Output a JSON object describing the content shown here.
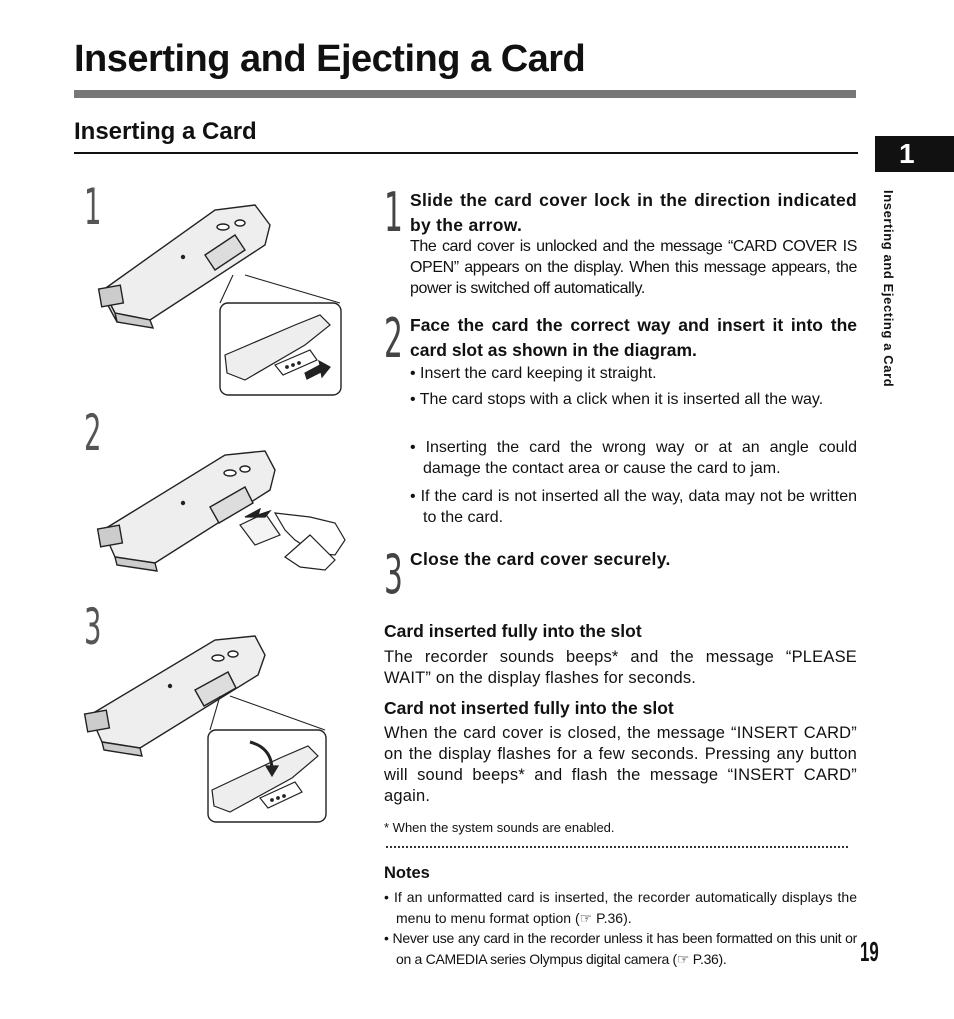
{
  "header": {
    "title": "Inserting and Ejecting a Card",
    "subtitle": "Inserting a Card"
  },
  "side_tab": {
    "chapter": "1",
    "label": "Inserting and Ejecting a Card"
  },
  "figures": {
    "labels": [
      "1",
      "2",
      "3"
    ]
  },
  "steps": [
    {
      "number": "1",
      "title": "Slide the card cover lock in the direction indicated by the arrow.",
      "body": "The card cover is unlocked and the message “CARD COVER IS OPEN” appears on the display. When this message appears, the power is switched off automatically."
    },
    {
      "number": "2",
      "title": "Face the card the correct way and insert it into the card slot as shown in the diagram.",
      "bullets": [
        "• Insert the card keeping it straight.",
        "• The card stops with a click when it is inserted all the way.",
        "• Inserting the card the wrong way or at an angle could damage the contact area or cause the card to jam.",
        "• If the card is not inserted all the way, data may not be written to the card."
      ]
    },
    {
      "number": "3",
      "title": "Close the card cover securely."
    }
  ],
  "sections": [
    {
      "heading": "Card inserted fully into the slot",
      "body": "The recorder sounds beeps* and the message “PLEASE WAIT” on the display flashes for seconds."
    },
    {
      "heading": "Card not inserted fully into the slot",
      "body": "When the card cover is closed, the message “INSERT CARD” on the display flashes for a few seconds. Pressing any button will sound beeps* and flash the message “INSERT CARD” again."
    }
  ],
  "footnote": "* When the system sounds are enabled.",
  "notes": {
    "heading": "Notes",
    "items": [
      "• If an unformatted card is inserted, the recorder automatically displays the menu to menu format option (☞ P.36).",
      "• Never use any card in the recorder unless it has been formatted on this unit or on a CAMEDIA series Olympus digital camera (☞ P.36)."
    ]
  },
  "page_number": "19"
}
